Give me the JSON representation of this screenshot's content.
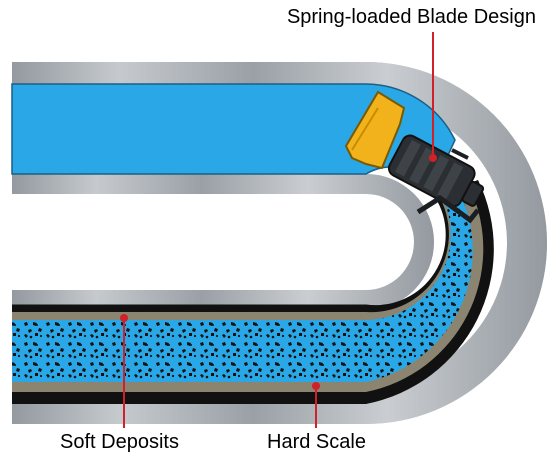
{
  "labels": {
    "blade": "Spring-loaded Blade Design",
    "soft": "Soft Deposits",
    "hard": "Hard Scale"
  },
  "colors": {
    "pipe_shell": "#9aa0a6",
    "pipe_highlight": "#eef0f2",
    "pipe_shadow": "#5f656b",
    "water": "#2aa7e6",
    "soft_layer": "#8a8470",
    "hard_layer": "#111111",
    "tool_body": "#2b2f33",
    "blade": "#f2b21c",
    "leader": "#d0202a"
  },
  "icons": {
    "tool": "spring-loaded-cleaning-tool-icon"
  }
}
